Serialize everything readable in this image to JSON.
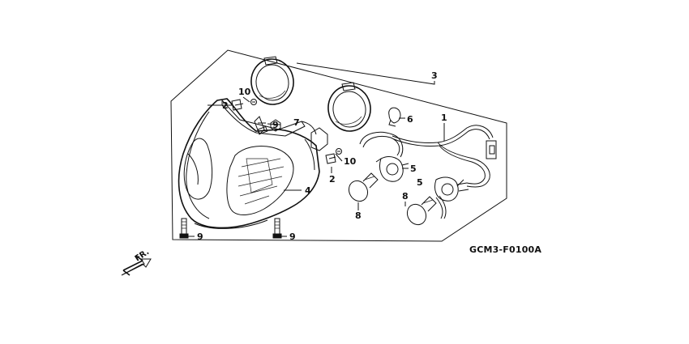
{
  "diagram": {
    "code": "GCM3-F0100A",
    "direction_label": "FR.",
    "callouts": {
      "c1": "1",
      "c2a": "2",
      "c2b": "2",
      "c3": "3",
      "c4": "4",
      "c5a": "5",
      "c5b": "5",
      "c6": "6",
      "c7": "7",
      "c8a": "8",
      "c8b": "8",
      "c9a": "9",
      "c9b": "9",
      "c9c": "9",
      "c10a": "10",
      "c10b": "10"
    }
  }
}
